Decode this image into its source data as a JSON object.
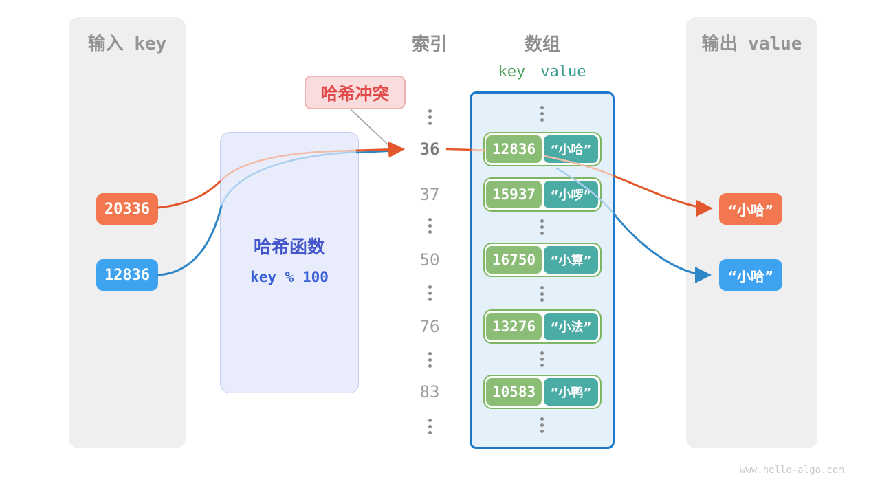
{
  "input_panel": {
    "title": "输入 key",
    "keys": [
      {
        "value": "20336",
        "color": "#F3774E"
      },
      {
        "value": "12836",
        "color": "#3DA2F0"
      }
    ]
  },
  "hash_function": {
    "title": "哈希函数",
    "formula": "key % 100"
  },
  "collision": {
    "label": "哈希冲突"
  },
  "index_column": {
    "title": "索引",
    "values": [
      "36",
      "37",
      "50",
      "76",
      "83"
    ],
    "highlighted_value": "36"
  },
  "array": {
    "title": "数组",
    "key_header": "key",
    "value_header": "value",
    "rows": [
      {
        "key": "12836",
        "value": "“小哈”"
      },
      {
        "key": "15937",
        "value": "“小啰”"
      },
      {
        "key": "16750",
        "value": "“小算”"
      },
      {
        "key": "13276",
        "value": "“小法”"
      },
      {
        "key": "10583",
        "value": "“小鸭”"
      }
    ]
  },
  "output_panel": {
    "title": "输出 value",
    "values": [
      {
        "text": "“小哈”",
        "color": "#F3774E"
      },
      {
        "text": "“小哈”",
        "color": "#3DA2F0"
      }
    ]
  },
  "colors": {
    "arrow_orange": "#E2572B",
    "arrow_blue": "#2E86C6",
    "faint_orange": "#F2BCA8",
    "faint_blue": "#ABD0EE",
    "array_border": "#1E78C8",
    "row_border": "#7EB663",
    "key_box": "#8BBD77",
    "value_box": "#4BACA6",
    "panel_bg": "#EFEFEF",
    "hash_box_bg": "#E9EDFB",
    "collision_bg": "#FADCDC"
  },
  "watermark": "www.hello-algo.com"
}
